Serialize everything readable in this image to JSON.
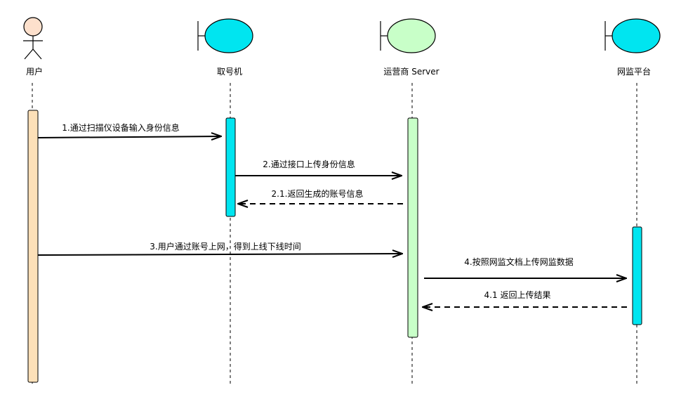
{
  "participants": [
    {
      "id": "user",
      "label": "用户",
      "kind": "actor",
      "fill": "#fde0cc"
    },
    {
      "id": "kiosk",
      "label": "取号机",
      "kind": "boundary",
      "fill": "#00e5f0"
    },
    {
      "id": "server",
      "label": "运营商 Server",
      "kind": "boundary",
      "fill": "#c8ffc8"
    },
    {
      "id": "platform",
      "label": "网监平台",
      "kind": "boundary",
      "fill": "#00e5f0"
    }
  ],
  "messages": [
    {
      "id": "m1",
      "label": "1.通过扫描仪设备输入身份信息",
      "from": "user",
      "to": "kiosk",
      "style": "solid"
    },
    {
      "id": "m2",
      "label": "2.通过接口上传身份信息",
      "from": "kiosk",
      "to": "server",
      "style": "solid"
    },
    {
      "id": "m21",
      "label": "2.1.返回生成的账号信息",
      "from": "server",
      "to": "kiosk",
      "style": "dashed"
    },
    {
      "id": "m3",
      "label": "3.用户通过账号上网，得到上线下线时间",
      "from": "user",
      "to": "server",
      "style": "solid"
    },
    {
      "id": "m4",
      "label": "4.按照网监文档上传网监数据",
      "from": "server",
      "to": "platform",
      "style": "solid"
    },
    {
      "id": "m41",
      "label": "4.1 返回上传结果",
      "from": "platform",
      "to": "server",
      "style": "dashed"
    }
  ],
  "colors": {
    "user_activation": "#fde0b8",
    "kiosk_activation": "#00e5f0",
    "server_activation": "#c8ffc8",
    "platform_activation": "#00e5f0",
    "line": "#000000"
  }
}
